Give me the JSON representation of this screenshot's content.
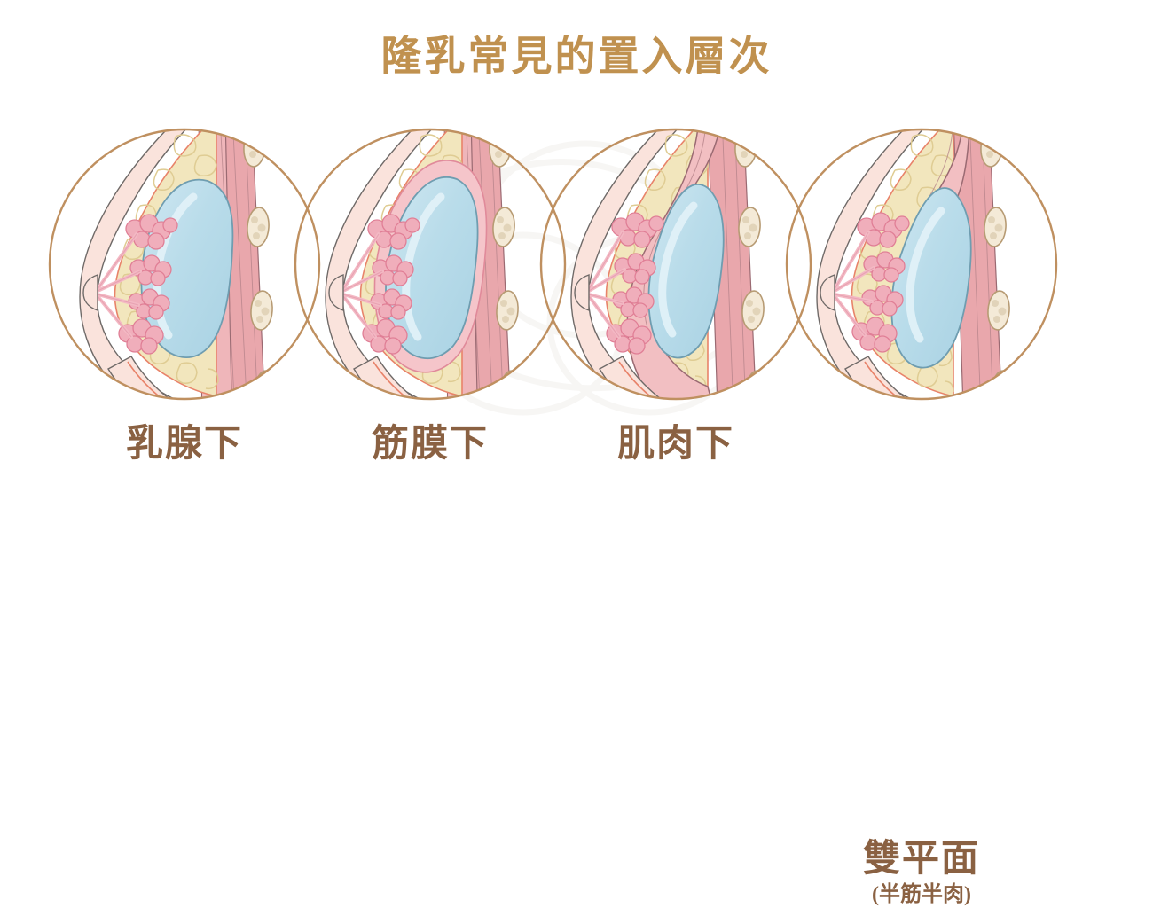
{
  "page": {
    "background_color": "#ffffff",
    "title": "隆乳常見的置入層次",
    "title_color": "#c0914f",
    "label_color": "#8a6142"
  },
  "palette": {
    "circle_border": "#bf9060",
    "skin_outer": "#f6ded6",
    "skin_line": "#e8836a",
    "fat_fill": "#f2e6bd",
    "fat_cell_line": "#dfcc93",
    "gland_fill": "#f0aebb",
    "gland_line": "#e07f96",
    "duct": "#f3b9c4",
    "implant_fill": "#b9dcea",
    "implant_highlight": "#d8edf5",
    "implant_line": "#6f9db0",
    "muscle_fill": "#e9a7ac",
    "muscle_fill_light": "#f2bfc2",
    "muscle_line": "#9a6a72",
    "fascia_fill": "#f5c5ca",
    "rib_fill": "#f4ead7",
    "rib_line": "#b79b74",
    "rib_speckle": "#ded0b4",
    "outline_grey": "#6f6a68",
    "watermark": "#f2f0ee"
  },
  "panels": [
    {
      "id": "subglandular",
      "label": "乳腺下",
      "sublabel": "",
      "implant_plane": "under-gland-over-muscle",
      "icon": "breast-cross-section-icon"
    },
    {
      "id": "subfascial",
      "label": "筋膜下",
      "sublabel": "",
      "implant_plane": "under-fascia-over-muscle",
      "icon": "breast-cross-section-icon"
    },
    {
      "id": "submuscular",
      "label": "肌肉下",
      "sublabel": "",
      "implant_plane": "under-muscle",
      "icon": "breast-cross-section-icon"
    },
    {
      "id": "dual-plane",
      "label": "雙平面",
      "sublabel": "(半筋半肉)",
      "implant_plane": "dual-plane-half-muscle-half-gland",
      "icon": "breast-cross-section-icon"
    }
  ]
}
